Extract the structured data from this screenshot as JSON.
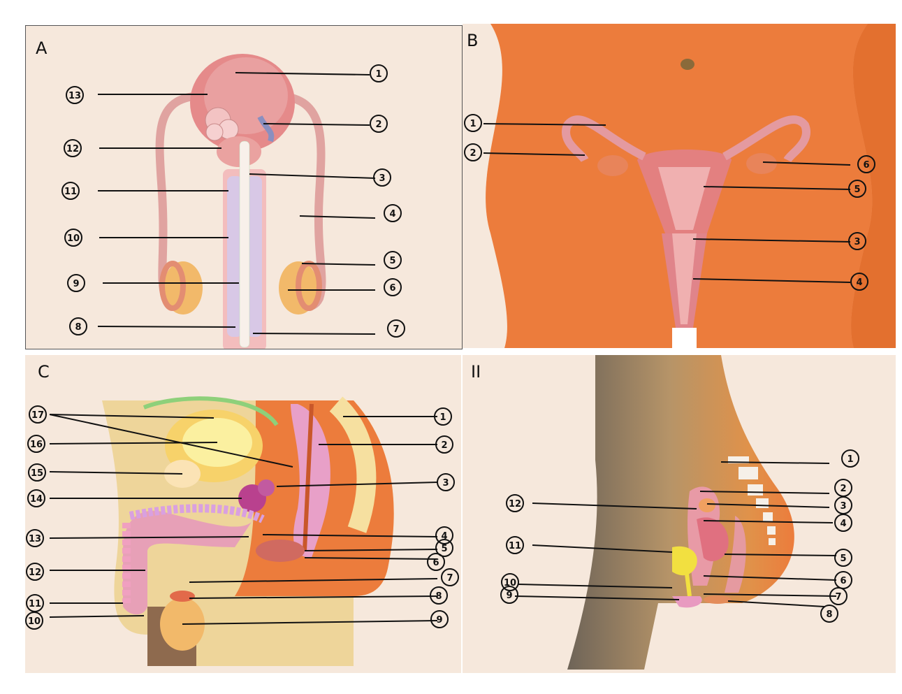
{
  "panels": {
    "a": {
      "letter": "A",
      "labels": [
        "1",
        "2",
        "3",
        "4",
        "5",
        "6",
        "7",
        "8",
        "9",
        "10",
        "11",
        "12",
        "13"
      ]
    },
    "b": {
      "letter": "B",
      "labels": [
        "1",
        "2",
        "3",
        "4",
        "5",
        "6"
      ]
    },
    "c": {
      "letter": "C",
      "labels": [
        "1",
        "2",
        "3",
        "4",
        "5",
        "6",
        "7",
        "8",
        "9",
        "10",
        "11",
        "12",
        "13",
        "14",
        "15",
        "16",
        "17"
      ]
    },
    "d": {
      "letter": "II",
      "labels": [
        "1",
        "2",
        "3",
        "4",
        "5",
        "6",
        "7",
        "8",
        "9",
        "10",
        "11",
        "12"
      ]
    }
  },
  "colors": {
    "paper": "#f6e8dc",
    "skin": "#ec7c3c",
    "tissue_pink": "#e79a9e",
    "testis": "#f2b96a",
    "bladder": "#e06b70",
    "seminal": "#b9418e",
    "spongy": "#d8c8e6",
    "bladder_yellow": "#f2d63a"
  }
}
